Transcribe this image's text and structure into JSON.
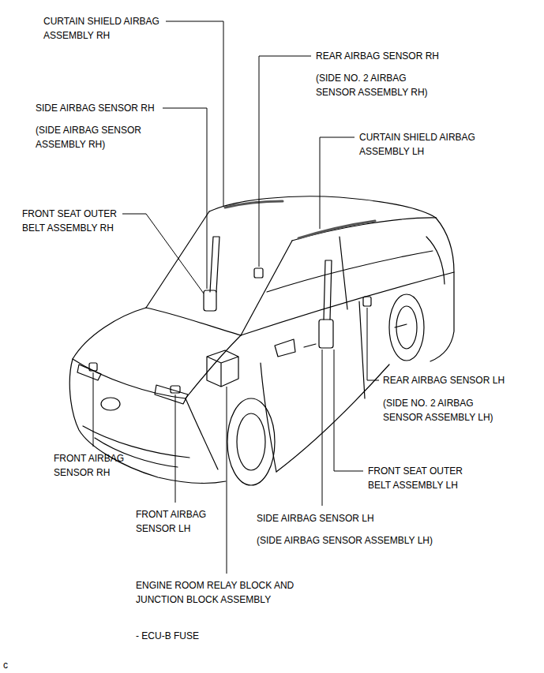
{
  "diagram": {
    "labels": [
      "CURTAIN SHIELD AIRBAG ASSEMBLY RH",
      "REAR AIRBAG SENSOR RH",
      "(SIDE NO. 2 AIRBAG SENSOR ASSEMBLY RH)",
      "SIDE AIRBAG SENSOR RH",
      "(SIDE AIRBAG SENSOR ASSEMBLY RH)",
      "CURTAIN SHIELD AIRBAG ASSEMBLY LH",
      "FRONT SEAT OUTER BELT ASSEMBLY RH",
      "REAR AIRBAG SENSOR LH",
      "(SIDE NO. 2 AIRBAG SENSOR ASSEMBLY LH)",
      "FRONT AIRBAG SENSOR RH",
      "FRONT SEAT OUTER BELT ASSEMBLY LH",
      "FRONT AIRBAG SENSOR LH",
      "SIDE AIRBAG SENSOR LH",
      "(SIDE AIRBAG SENSOR ASSEMBLY LH)",
      "ENGINE ROOM RELAY BLOCK AND JUNCTION BLOCK ASSEMBLY",
      "- ECU-B FUSE",
      "c"
    ]
  }
}
